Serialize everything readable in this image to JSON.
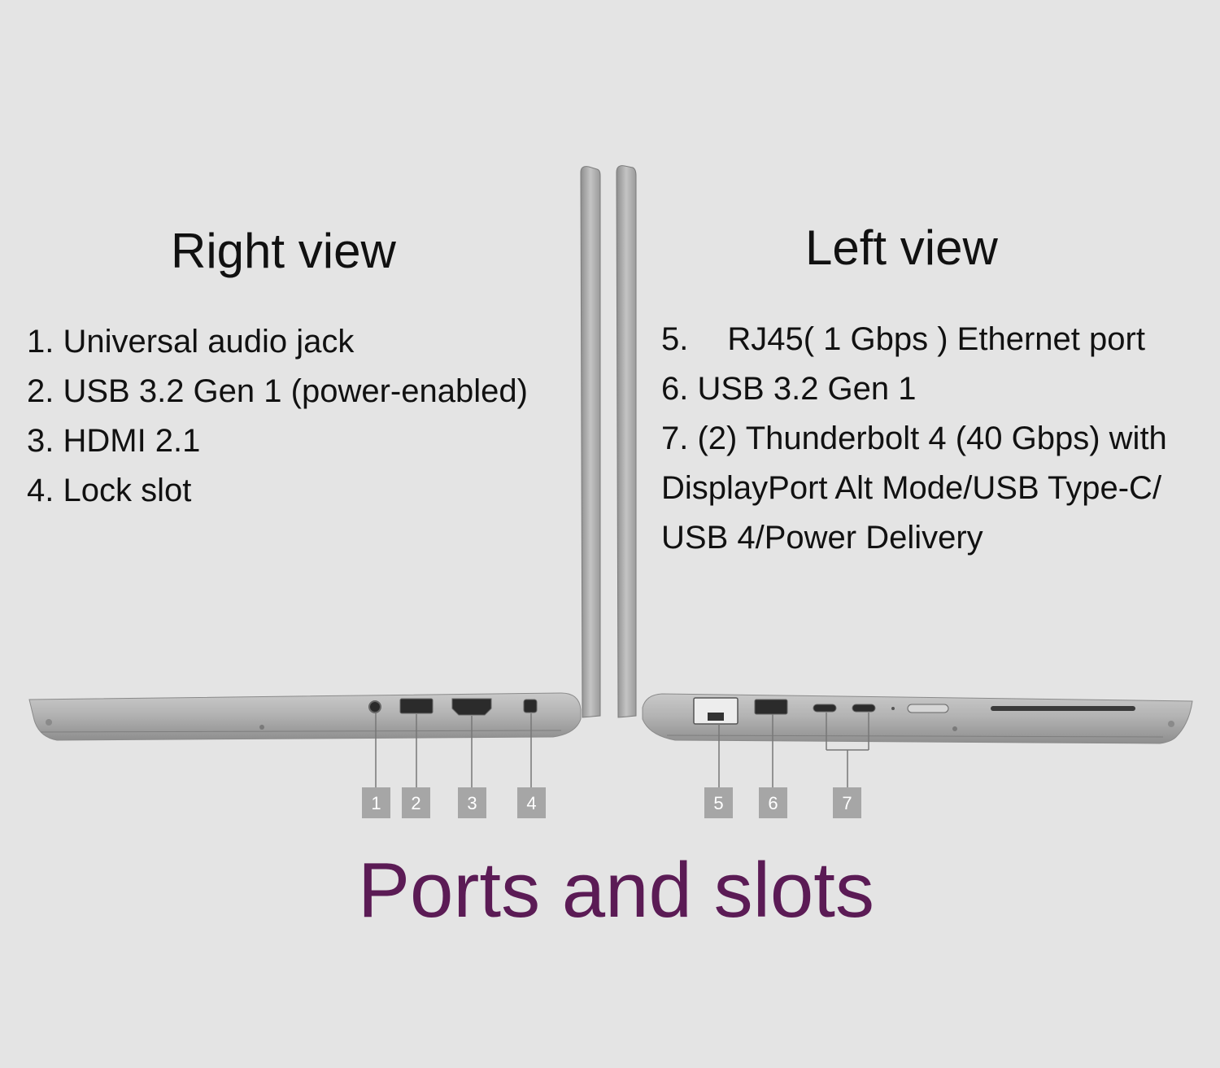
{
  "right_view": {
    "heading": "Right view",
    "items": [
      "1. Universal audio jack",
      "2. USB 3.2 Gen 1 (power-enabled)",
      "3. HDMI 2.1",
      "4. Lock slot"
    ]
  },
  "left_view": {
    "heading": "Left view",
    "items": [
      {
        "num": "5.",
        "text": "RJ45( 1 Gbps ) Ethernet port"
      },
      {
        "num": "",
        "text": "6. USB 3.2 Gen 1"
      },
      {
        "num": "",
        "text": "7. (2) Thunderbolt 4 (40 Gbps) with DisplayPort Alt Mode/USB Type-C/ USB 4/Power Delivery"
      }
    ]
  },
  "callouts": [
    "1",
    "2",
    "3",
    "4",
    "5",
    "6",
    "7"
  ],
  "title": "Ports and slots",
  "colors": {
    "background": "#e4e4e4",
    "title": "#5b1b55",
    "laptop_body": "#a9a9a9",
    "callout_box": "#a6a6a6"
  }
}
